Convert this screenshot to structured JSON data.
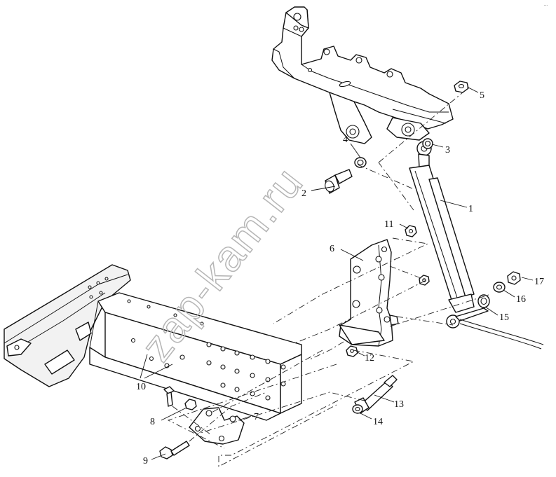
{
  "diagram": {
    "callouts": [
      "1",
      "2",
      "3",
      "4",
      "5",
      "6",
      "7",
      "8",
      "9",
      "10",
      "11",
      "12",
      "13",
      "14",
      "15",
      "16",
      "17"
    ],
    "watermark": "zap-kam.ru",
    "corner_mark": "..."
  }
}
